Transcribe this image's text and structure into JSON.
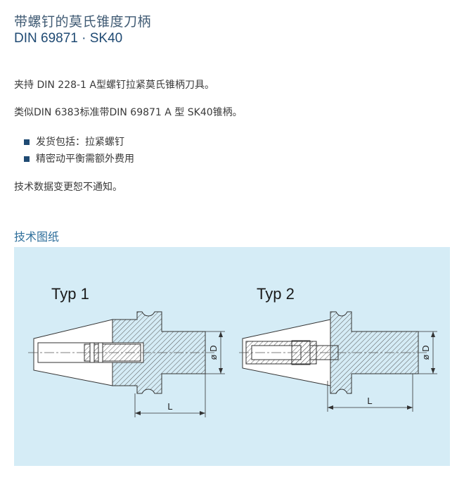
{
  "header": {
    "title_cn": "带螺钉的莫氏锥度刀柄",
    "title_en": "DIN 69871 · SK40"
  },
  "description": {
    "line1": "夹持 DIN 228-1 A型螺钉拉紧莫氏锥柄刀具。",
    "line2": "类似DIN 6383标准带DIN 69871 A 型 SK40锥柄。",
    "bullets": [
      "发货包括：拉紧螺钉",
      "精密动平衡需额外费用"
    ],
    "line3": "技术数据变更恕不通知。"
  },
  "drawing": {
    "section_title": "技术图纸",
    "typ1_label": "Typ 1",
    "typ2_label": "Typ 2",
    "dim_d": "ø D",
    "dim_l": "L",
    "background": "#d5ecf6"
  }
}
